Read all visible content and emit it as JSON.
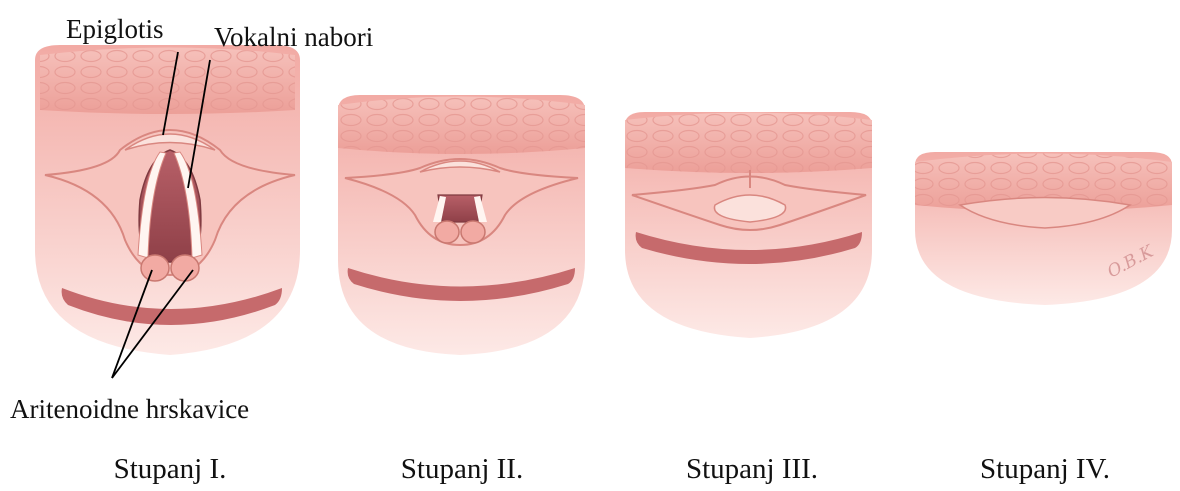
{
  "labels": {
    "epiglottis": "Epiglotis",
    "vocal_folds": "Vokalni nabori",
    "arytenoids": "Aritenoidne hrskavice"
  },
  "grades": [
    "Stupanj I.",
    "Stupanj II.",
    "Stupanj III.",
    "Stupanj IV."
  ],
  "signature": "O.B.K",
  "colors": {
    "tissue": "#f4b6b0",
    "tissue_dark": "#e48d86",
    "tissue_light": "#fbdcd6",
    "airway": "#a8545a",
    "fold": "#fff3ef",
    "line": "#000000"
  }
}
